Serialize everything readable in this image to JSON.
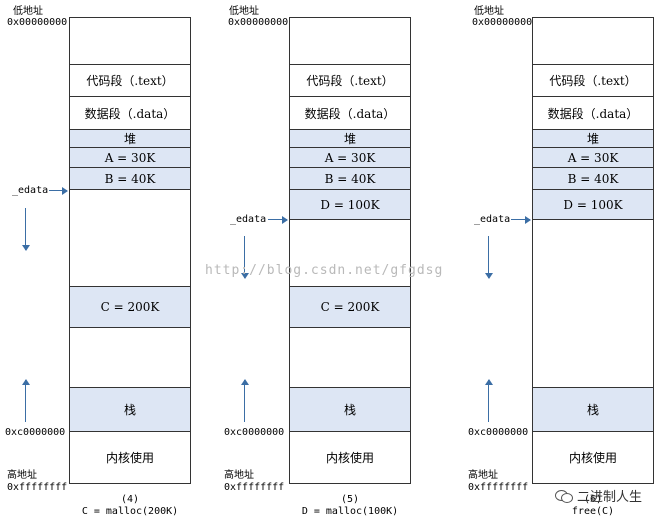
{
  "labels": {
    "low_addr": "低地址",
    "low_addr_val": "0x00000000",
    "high_addr": "高地址",
    "high_addr_val": "0xffffffff",
    "stack_addr": "0xc0000000",
    "edata": "_edata"
  },
  "segments": {
    "code": "代码段（.text）",
    "data": "数据段（.data）",
    "heap": "堆",
    "a": "A = 30K",
    "b": "B = 40K",
    "c": "C = 200K",
    "d": "D = 100K",
    "stack": "栈",
    "kernel": "内核使用"
  },
  "captions": [
    {
      "num": "(4)",
      "text": "C = malloc(200K)"
    },
    {
      "num": "(5)",
      "text": "D = malloc(100K)"
    },
    {
      "num": "(6)",
      "text": "free(C)"
    }
  ],
  "watermark": "http://blog.csdn.net/gfgdsg",
  "brand": "二进制人生",
  "colors": {
    "fill": "#dde6f4",
    "arrow": "#3b6ea5",
    "border": "#333333"
  }
}
